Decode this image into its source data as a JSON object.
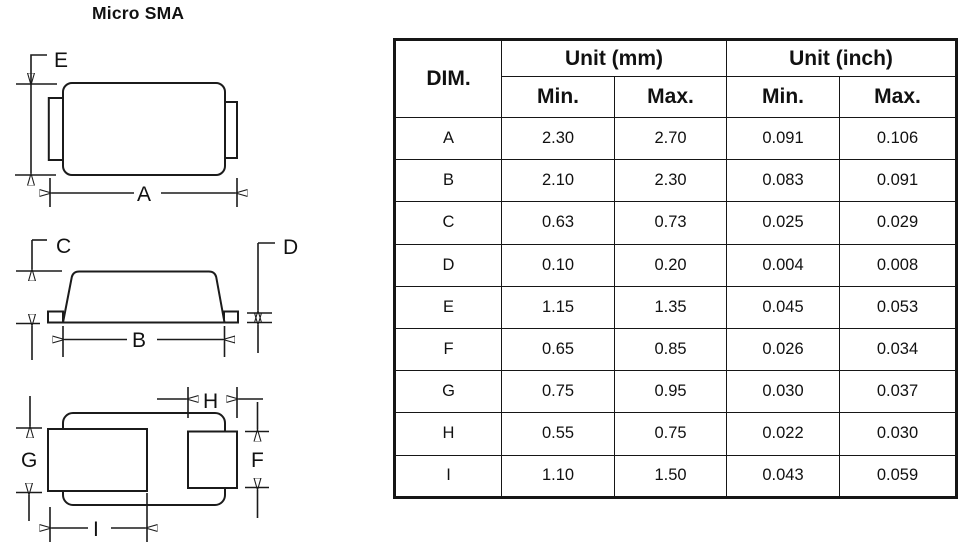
{
  "title": "Micro SMA",
  "drawings": {
    "labels": {
      "e": "E",
      "a": "A",
      "c": "C",
      "d": "D",
      "b": "B",
      "g": "G",
      "f": "F",
      "h": "H",
      "i": "I"
    }
  },
  "table": {
    "headers": {
      "dim": "DIM.",
      "unit_mm": "Unit (mm)",
      "unit_inch": "Unit (inch)",
      "mm_min": "Min.",
      "mm_max": "Max.",
      "inch_min": "Min.",
      "inch_max": "Max."
    },
    "rows": [
      {
        "dim": "A",
        "mm_min": "2.30",
        "mm_max": "2.70",
        "inch_min": "0.091",
        "inch_max": "0.106"
      },
      {
        "dim": "B",
        "mm_min": "2.10",
        "mm_max": "2.30",
        "inch_min": "0.083",
        "inch_max": "0.091"
      },
      {
        "dim": "C",
        "mm_min": "0.63",
        "mm_max": "0.73",
        "inch_min": "0.025",
        "inch_max": "0.029"
      },
      {
        "dim": "D",
        "mm_min": "0.10",
        "mm_max": "0.20",
        "inch_min": "0.004",
        "inch_max": "0.008"
      },
      {
        "dim": "E",
        "mm_min": "1.15",
        "mm_max": "1.35",
        "inch_min": "0.045",
        "inch_max": "0.053"
      },
      {
        "dim": "F",
        "mm_min": "0.65",
        "mm_max": "0.85",
        "inch_min": "0.026",
        "inch_max": "0.034"
      },
      {
        "dim": "G",
        "mm_min": "0.75",
        "mm_max": "0.95",
        "inch_min": "0.030",
        "inch_max": "0.037"
      },
      {
        "dim": "H",
        "mm_min": "0.55",
        "mm_max": "0.75",
        "inch_min": "0.022",
        "inch_max": "0.030"
      },
      {
        "dim": "I",
        "mm_min": "1.10",
        "mm_max": "1.50",
        "inch_min": "0.043",
        "inch_max": "0.059"
      }
    ]
  },
  "colors": {
    "line": "#1b1b1b",
    "text": "#111111",
    "background": "#ffffff"
  }
}
